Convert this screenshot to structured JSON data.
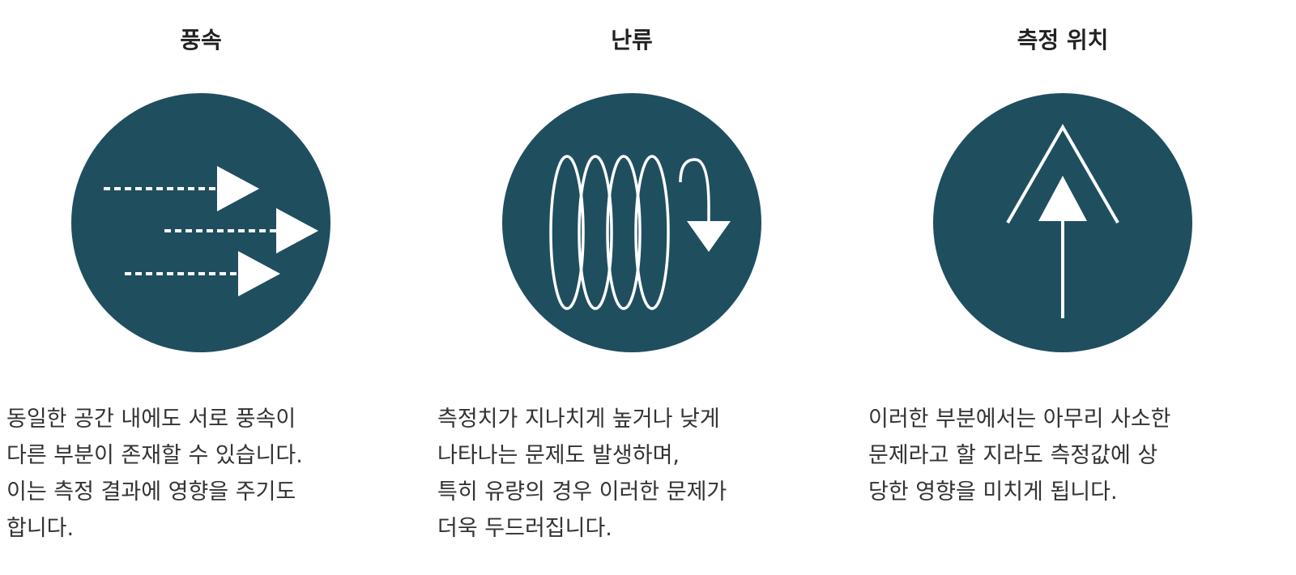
{
  "colors": {
    "circle": "#1f4e5f",
    "icon_stroke": "#ffffff",
    "title": "#222222",
    "text": "#333333"
  },
  "items": [
    {
      "title": "풍속",
      "icon": "wind-arrows-icon",
      "lines": [
        "동일한 공간 내에도 서로 풍속이",
        "다른 부분이 존재할 수 있습니다.",
        "이는 측정 결과에 영향을 주기도",
        "합니다."
      ]
    },
    {
      "title": "난류",
      "icon": "turbulence-spiral-icon",
      "lines": [
        "측정치가 지나치게 높거나 낮게",
        "나타나는 문제도 발생하며,",
        "특히 유량의 경우 이러한 문제가",
        "더욱 두드러집니다."
      ]
    },
    {
      "title": "측정 위치",
      "icon": "position-arrow-icon",
      "lines": [
        "이러한 부분에서는 아무리 사소한",
        "문제라고 할 지라도 측정값에 상",
        "당한 영향을 미치게 됩니다."
      ]
    }
  ]
}
